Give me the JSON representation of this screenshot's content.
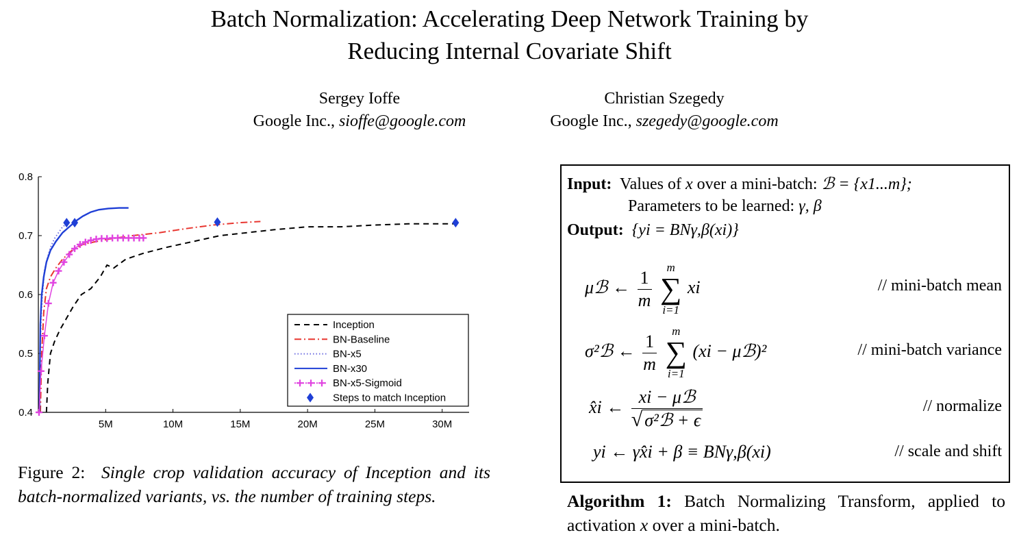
{
  "paper": {
    "title_line1": "Batch Normalization: Accelerating Deep Network Training by",
    "title_line2": "Reducing Internal Covariate Shift",
    "authors": [
      {
        "name": "Sergey Ioffe",
        "affiliation": "Google Inc., ",
        "email": "sioffe@google.com"
      },
      {
        "name": "Christian Szegedy",
        "affiliation": "Google Inc., ",
        "email": "szegedy@google.com"
      }
    ]
  },
  "figure": {
    "caption_label": "Figure 2:",
    "caption_text": "Single crop validation accuracy of Inception and its batch-normalized variants, vs. the number of training steps."
  },
  "chart_data": {
    "type": "line",
    "xlim": [
      0,
      32000000
    ],
    "ylim": [
      0.4,
      0.8
    ],
    "x_ticks": [
      5000000,
      10000000,
      15000000,
      20000000,
      25000000,
      30000000
    ],
    "x_tick_labels": [
      "5M",
      "10M",
      "15M",
      "20M",
      "25M",
      "30M"
    ],
    "y_ticks": [
      0.4,
      0.5,
      0.6,
      0.7,
      0.8
    ],
    "y_tick_labels": [
      "0.4",
      "0.5",
      "0.6",
      "0.7",
      "0.8"
    ],
    "grid": false,
    "legend_position": "lower-right",
    "series": [
      {
        "name": "Inception",
        "color": "#000000",
        "style": "dashed",
        "x": [
          600000,
          700000,
          900000,
          1200000,
          1600000,
          2100000,
          2600000,
          3200000,
          3900000,
          4600000,
          5100000,
          5600000,
          6500000,
          7800000,
          9500000,
          11500000,
          13500000,
          15500000,
          17500000,
          20000000,
          22500000,
          25000000,
          27500000,
          30000000,
          31000000
        ],
        "y": [
          0.4,
          0.45,
          0.5,
          0.52,
          0.54,
          0.56,
          0.58,
          0.6,
          0.61,
          0.63,
          0.65,
          0.645,
          0.66,
          0.67,
          0.68,
          0.69,
          0.7,
          0.705,
          0.71,
          0.715,
          0.715,
          0.718,
          0.72,
          0.72,
          0.72
        ]
      },
      {
        "name": "BN-Baseline",
        "color": "#e8352f",
        "style": "dashdot",
        "x": [
          150000,
          250000,
          400000,
          600000,
          900000,
          1300000,
          1800000,
          2500000,
          3300000,
          4300000,
          5500000,
          7000000,
          9000000,
          11000000,
          13000000,
          15000000,
          16500000
        ],
        "y": [
          0.4,
          0.5,
          0.57,
          0.61,
          0.63,
          0.645,
          0.66,
          0.675,
          0.685,
          0.69,
          0.695,
          0.7,
          0.705,
          0.712,
          0.718,
          0.722,
          0.724
        ]
      },
      {
        "name": "BN-x5",
        "color": "#6c6ce0",
        "style": "dotted",
        "x": [
          80000,
          130000,
          200000,
          300000,
          450000,
          650000,
          900000,
          1200000,
          1500000,
          1800000,
          2100000
        ],
        "y": [
          0.4,
          0.5,
          0.56,
          0.6,
          0.64,
          0.66,
          0.68,
          0.695,
          0.705,
          0.715,
          0.72
        ]
      },
      {
        "name": "BN-x30",
        "color": "#1f3fd6",
        "style": "solid",
        "x": [
          80000,
          150000,
          250000,
          400000,
          600000,
          900000,
          1300000,
          1800000,
          2300000,
          2800000,
          3300000,
          3900000,
          4500000,
          5200000,
          6000000,
          6700000
        ],
        "y": [
          0.4,
          0.55,
          0.6,
          0.63,
          0.655,
          0.675,
          0.69,
          0.705,
          0.715,
          0.725,
          0.733,
          0.74,
          0.744,
          0.746,
          0.747,
          0.747
        ]
      },
      {
        "name": "BN-x5-Sigmoid",
        "color": "#e044e0",
        "style": "plus",
        "x": [
          50000,
          200000,
          450000,
          750000,
          1100000,
          1500000,
          1900000,
          2300000,
          2700000,
          3100000,
          3500000,
          3900000,
          4300000,
          4700000,
          5100000,
          5500000,
          5900000,
          6300000,
          6700000,
          7100000,
          7500000,
          7800000
        ],
        "y": [
          0.4,
          0.47,
          0.53,
          0.585,
          0.62,
          0.64,
          0.655,
          0.668,
          0.678,
          0.685,
          0.689,
          0.692,
          0.694,
          0.695,
          0.695,
          0.696,
          0.696,
          0.696,
          0.696,
          0.696,
          0.696,
          0.696
        ]
      },
      {
        "name": "Steps to match Inception",
        "color": "#1f3fd6",
        "style": "diamond",
        "x": [
          2100000,
          2700000,
          13300000,
          31000000
        ],
        "y": [
          0.722,
          0.722,
          0.723,
          0.722
        ]
      }
    ]
  },
  "algorithm": {
    "input_label": "Input:",
    "input_text_pre": "Values of ",
    "input_var": "x",
    "input_text_mid": " over a mini-batch: ",
    "input_set": "ℬ = {x1...m};",
    "params_text": "Parameters to be learned: ",
    "params_vars": "γ, β",
    "output_label": "Output:",
    "output_expr": "{yi = BNγ,β(xi)}",
    "steps": [
      {
        "lhs": "μℬ ←",
        "comment": "// mini-batch mean"
      },
      {
        "lhs": "σ²ℬ ←",
        "comment": "// mini-batch variance"
      },
      {
        "lhs": "x̂i ←",
        "comment": "// normalize"
      },
      {
        "lhs": "yi ← γx̂i + β ≡ BNγ,β(xi)",
        "comment": "// scale and shift"
      }
    ],
    "frac_one": "1",
    "frac_m": "m",
    "sum_upper": "m",
    "sum_lower": "i=1",
    "sum_symbol": "∑",
    "mean_body": "xi",
    "var_body": "(xi − μℬ)²",
    "norm_num": "xi − μℬ",
    "norm_den": "σ²ℬ + ϵ",
    "sqrt_symbol": "√",
    "caption_label": "Algorithm 1:",
    "caption_text_pre": " Batch Normalizing Transform, applied to activation ",
    "caption_var": "x",
    "caption_text_post": " over a mini-batch."
  }
}
